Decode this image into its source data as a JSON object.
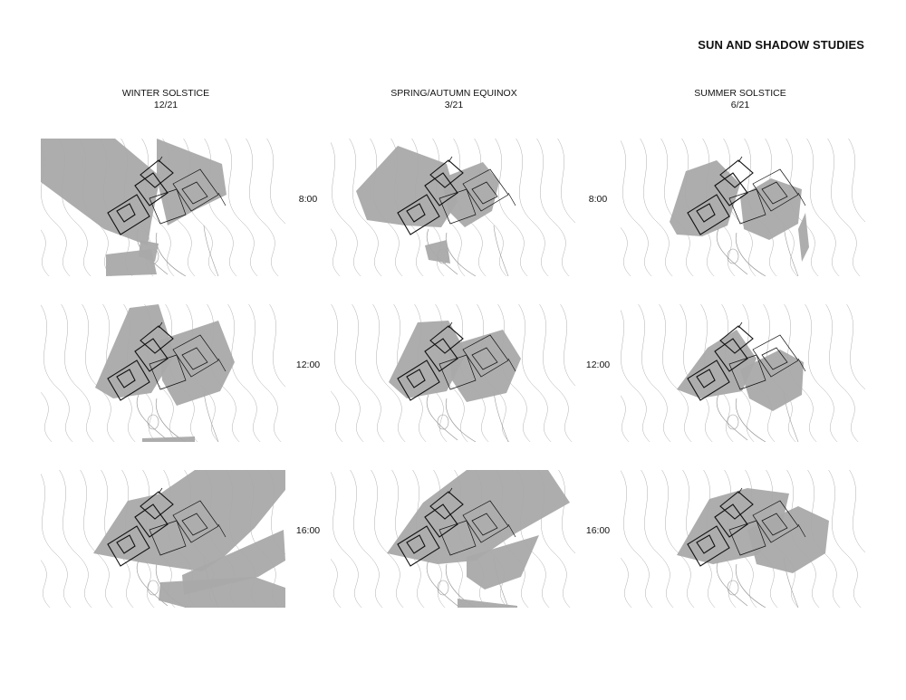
{
  "title": "SUN AND SHADOW STUDIES",
  "columns": [
    {
      "name": "WINTER SOLSTICE",
      "date": "12/21"
    },
    {
      "name": "SPRING/AUTUMN EQUINOX",
      "date": "3/21"
    },
    {
      "name": "SUMMER SOLSTICE",
      "date": "6/21"
    }
  ],
  "times": [
    "8:00",
    "12:00",
    "16:00"
  ],
  "colors": {
    "shadow": "#a9a9a9",
    "contour": "#9a9a9a",
    "building": "#111111",
    "background": "#ffffff"
  }
}
